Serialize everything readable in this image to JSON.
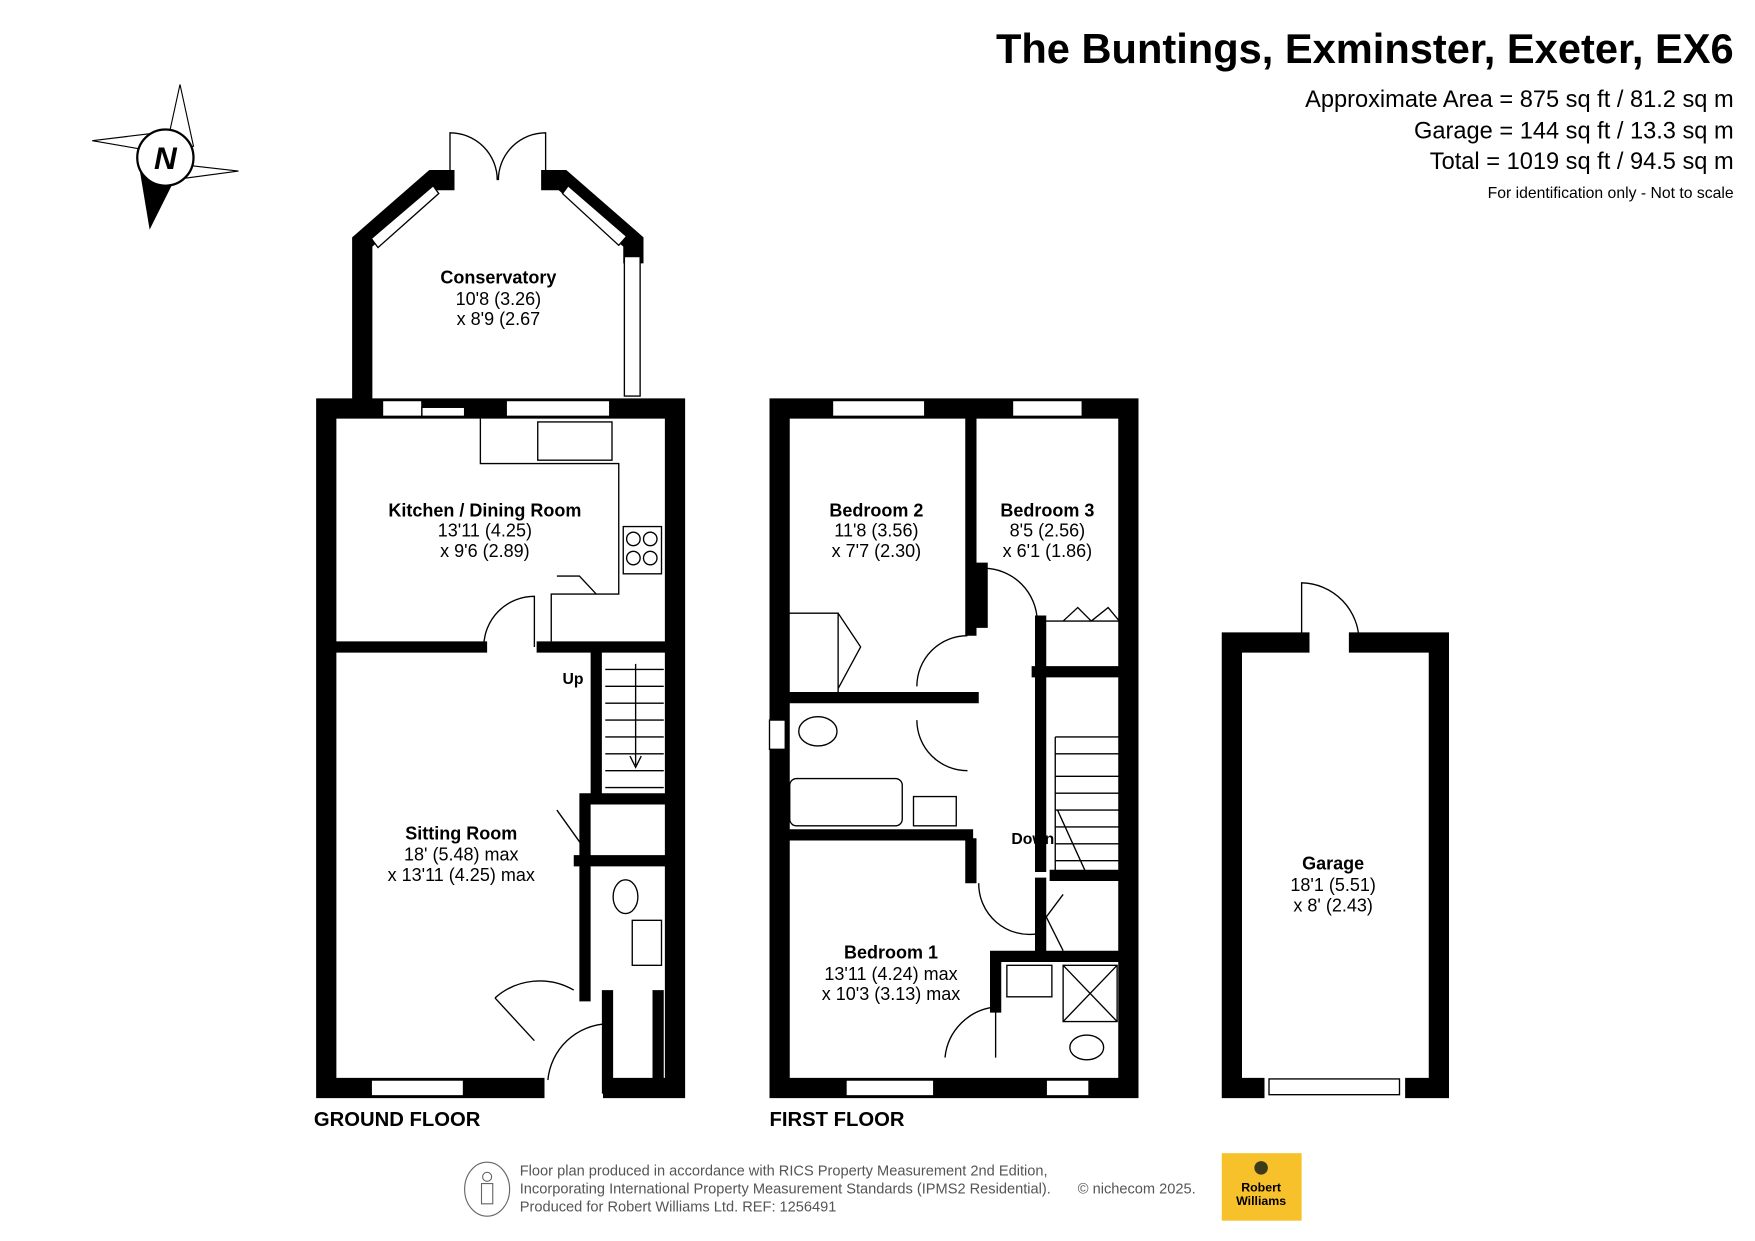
{
  "header": {
    "title": "The Buntings, Exminster, Exeter, EX6",
    "area_lines": [
      "Approximate Area = 875 sq ft / 81.2 sq m",
      "Garage = 144 sq ft / 13.3 sq m",
      "Total = 1019 sq ft / 94.5 sq m"
    ],
    "disclaimer": "For identification only - Not to scale"
  },
  "compass": {
    "label": "N"
  },
  "ground_floor": {
    "label": "GROUND FLOOR",
    "rooms": [
      {
        "name": "Conservatory",
        "dims": [
          "10'8 (3.26)",
          "x 8'9 (2.67"
        ]
      },
      {
        "name": "Kitchen / Dining Room",
        "dims": [
          "13'11 (4.25)",
          "x 9'6 (2.89)"
        ]
      },
      {
        "name": "Sitting Room",
        "dims": [
          "18' (5.48) max",
          "x 13'11 (4.25) max"
        ]
      }
    ],
    "stairs_label": "Up"
  },
  "first_floor": {
    "label": "FIRST FLOOR",
    "rooms": [
      {
        "name": "Bedroom 2",
        "dims": [
          "11'8 (3.56)",
          "x 7'7 (2.30)"
        ]
      },
      {
        "name": "Bedroom 3",
        "dims": [
          "8'5 (2.56)",
          "x 6'1 (1.86)"
        ]
      },
      {
        "name": "Bedroom 1",
        "dims": [
          "13'11 (4.24) max",
          "x 10'3 (3.13) max"
        ]
      }
    ],
    "stairs_label": "Down"
  },
  "garage": {
    "name": "Garage",
    "dims": [
      "18'1 (5.51)",
      "x 8' (2.43)"
    ]
  },
  "footer": {
    "lines": [
      "Floor plan produced in accordance with RICS Property Measurement 2nd Edition,",
      "Incorporating International Property Measurement Standards (IPMS2 Residential).",
      "Produced for Robert Williams Ltd.   REF: 1256491"
    ],
    "copyright": "© nichecom 2025.",
    "logo_text": [
      "Robert",
      "Williams"
    ],
    "logo_color": "#f7c12b"
  }
}
